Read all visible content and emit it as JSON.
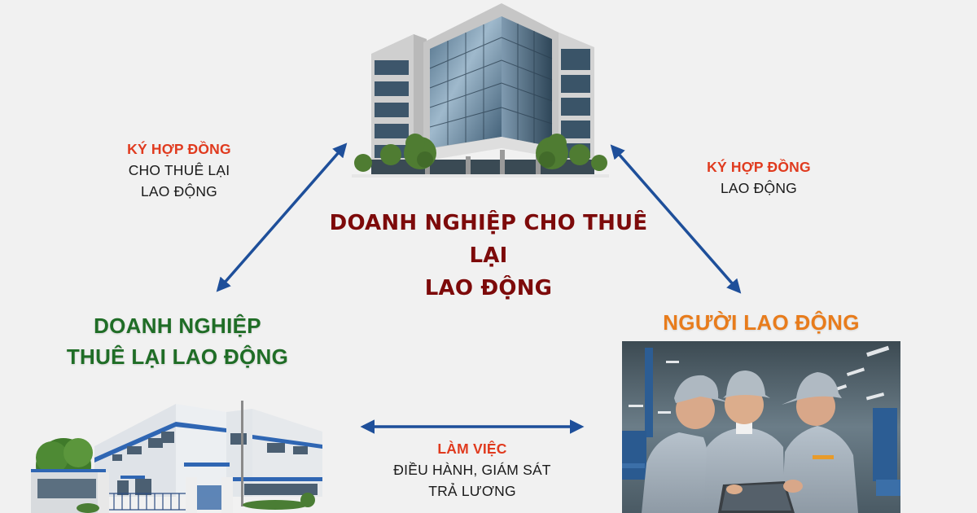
{
  "diagram": {
    "type": "triangle-relationship",
    "colors": {
      "background": "#f1f1f1",
      "arrow": "#1e4f9a",
      "label_red": "#e03a1e",
      "label_black": "#1a1a1a",
      "center_title": "#7d0a0a",
      "lessee_title": "#1f6d26",
      "worker_title": "#e87c1c"
    },
    "nodes": {
      "lessor": {
        "title_line1": "DOANH NGHIỆP CHO THUÊ LẠI",
        "title_line2": "LAO ĐỘNG",
        "image": "office-building"
      },
      "lessee": {
        "title_line1": "DOANH NGHIỆP",
        "title_line2": "THUÊ LẠI LAO ĐỘNG",
        "image": "factory-building"
      },
      "worker": {
        "title": "NGƯỜI LAO ĐỘNG",
        "image": "factory-workers-photo"
      }
    },
    "edges": {
      "lessor_lessee": {
        "label_red": "KÝ HỢP ĐỒNG",
        "label_line2": "CHO THUÊ LẠI",
        "label_line3": "LAO ĐỘNG",
        "arrow": "double-headed"
      },
      "lessor_worker": {
        "label_red": "KÝ HỢP ĐỒNG",
        "label_line2": "LAO ĐỘNG",
        "arrow": "double-headed"
      },
      "lessee_worker": {
        "label_red": "LÀM VIỆC",
        "label_line2": "ĐIỀU HÀNH, GIÁM SÁT",
        "label_line3": "TRẢ LƯƠNG",
        "arrow": "double-headed"
      }
    }
  }
}
